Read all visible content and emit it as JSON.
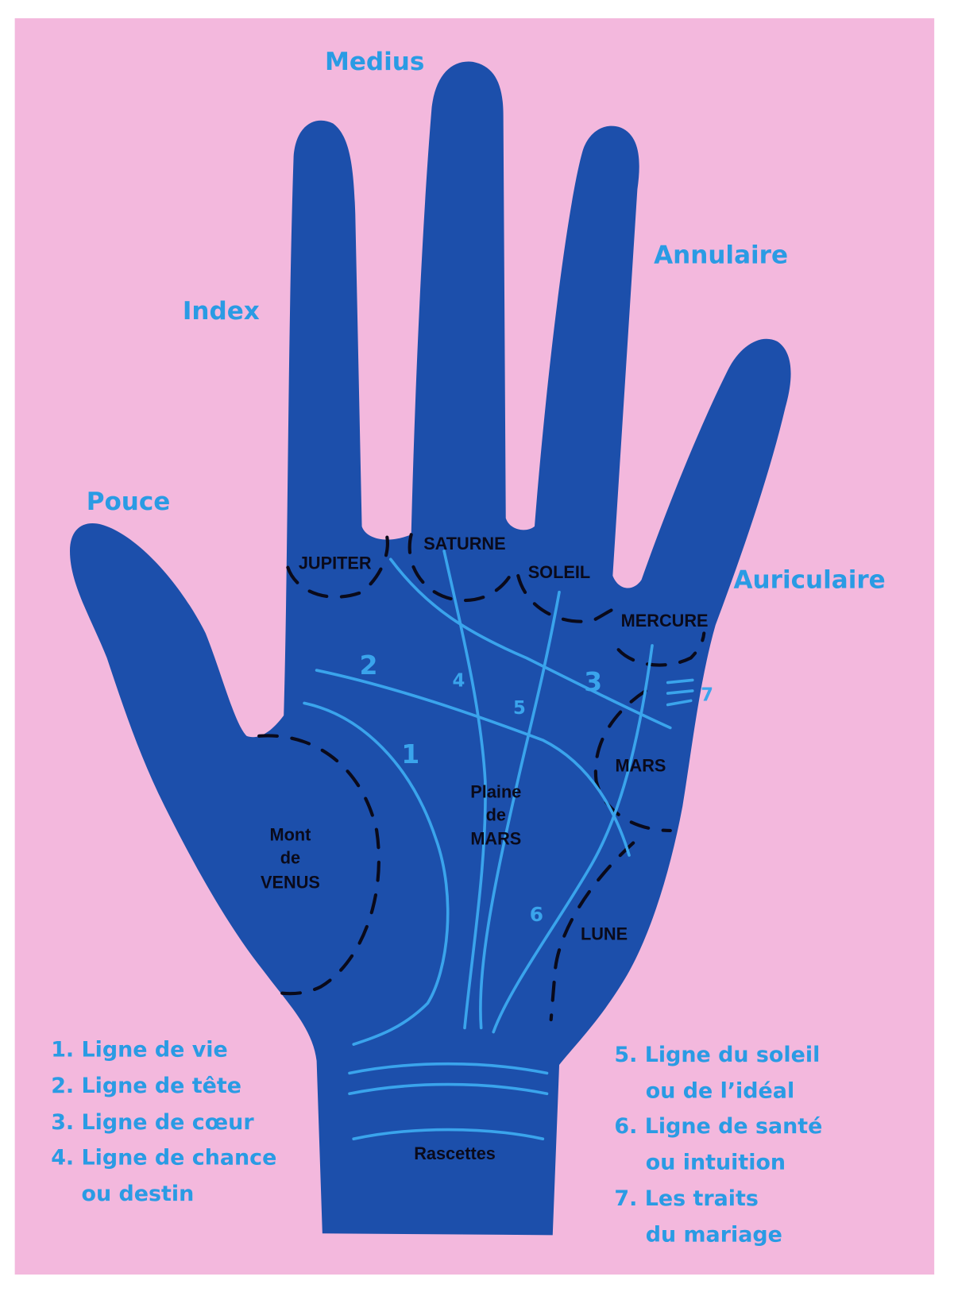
{
  "fingers": {
    "thumb": "Pouce",
    "index": "Index",
    "middle": "Medius",
    "ring": "Annulaire",
    "little": "Auriculaire"
  },
  "mounts": {
    "jupiter": "JUPITER",
    "saturne": "SATURNE",
    "soleil": "SOLEIL",
    "mercure": "MERCURE",
    "mars": "MARS",
    "plaine": [
      "Plaine",
      "de",
      "MARS"
    ],
    "venus": [
      "Mont",
      "de",
      "VENUS"
    ],
    "lune": "LUNE",
    "rascettes": "Rascettes"
  },
  "line_numbers": [
    "1",
    "2",
    "3",
    "4",
    "5",
    "6",
    "7"
  ],
  "legend_left": [
    "1. Ligne de vie",
    "2. Ligne de tête",
    "3. Ligne de cœur",
    "4. Ligne de chance",
    "ou destin"
  ],
  "legend_right": [
    "5. Ligne du soleil",
    "ou de l’idéal",
    "6. Ligne de santé",
    "ou intuition",
    "7. Les traits",
    "du mariage"
  ],
  "colors": {
    "background": "#f3b8dd",
    "hand": "#1c4fab",
    "lines": "#3aa4ec",
    "labels": "#2a9be4"
  }
}
